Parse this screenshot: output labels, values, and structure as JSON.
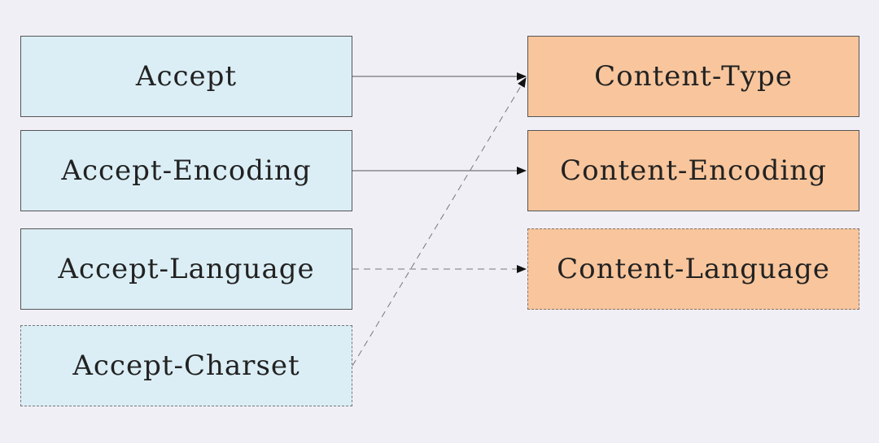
{
  "request_headers": [
    {
      "label": "Accept",
      "style": "solid"
    },
    {
      "label": "Accept-Encoding",
      "style": "solid"
    },
    {
      "label": "Accept-Language",
      "style": "solid"
    },
    {
      "label": "Accept-Charset",
      "style": "dashed"
    }
  ],
  "response_headers": [
    {
      "label": "Content-Type",
      "style": "solid"
    },
    {
      "label": "Content-Encoding",
      "style": "solid"
    },
    {
      "label": "Content-Language",
      "style": "dashed"
    }
  ],
  "connections": [
    {
      "from": "Accept",
      "to": "Content-Type",
      "style": "solid"
    },
    {
      "from": "Accept-Encoding",
      "to": "Content-Encoding",
      "style": "solid"
    },
    {
      "from": "Accept-Language",
      "to": "Content-Language",
      "style": "dashed"
    },
    {
      "from": "Accept-Charset",
      "to": "Content-Type",
      "style": "dashed"
    }
  ],
  "colors": {
    "background": "#f1eff6",
    "request_fill": "#dbeef5",
    "response_fill": "#f8c59c",
    "line": "#555555"
  }
}
